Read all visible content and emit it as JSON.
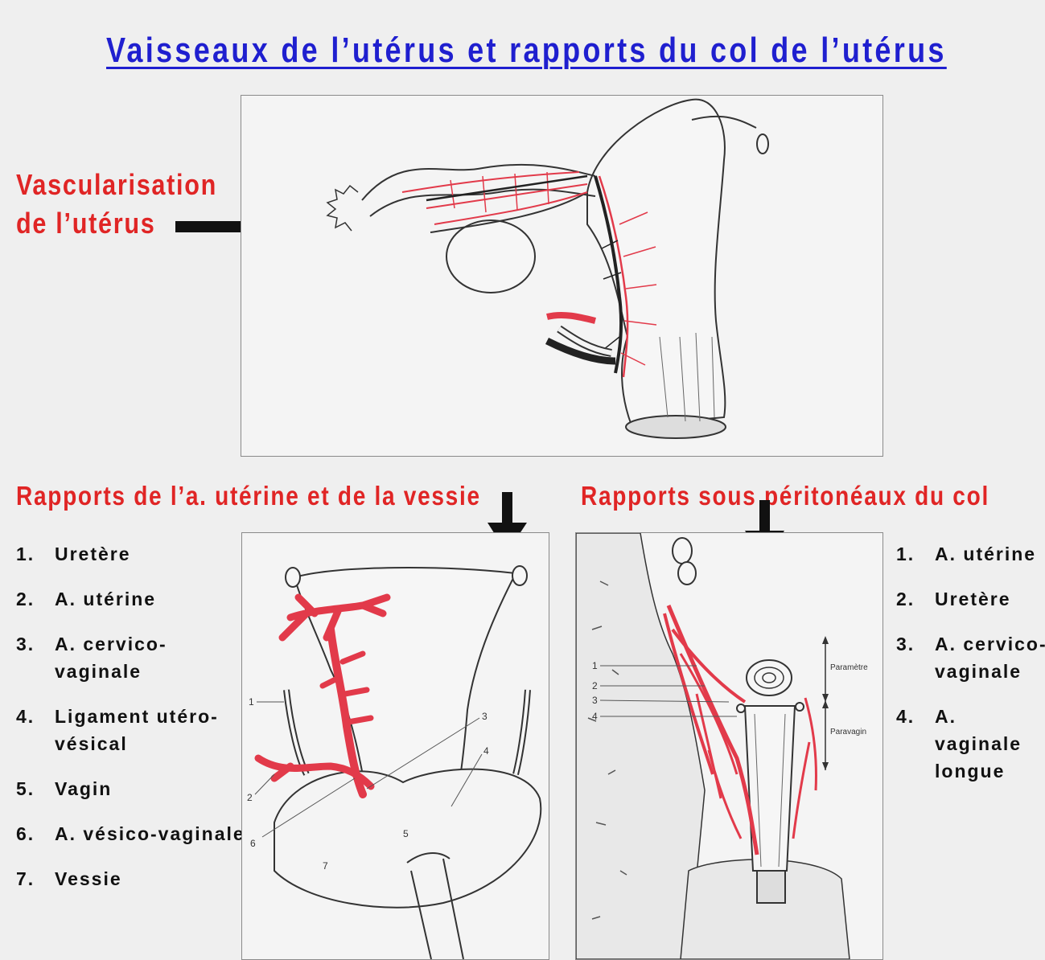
{
  "title": "Vaisseaux de l’utérus et rapports du col de l’utérus",
  "vascularisation": {
    "line1": "Vascularisation",
    "line2": "de l’utérus"
  },
  "section_left": {
    "heading": "Rapports de l’a. utérine et de la vessie"
  },
  "section_right": {
    "heading": "Rapports sous péritonéaux du col"
  },
  "legend_left": [
    {
      "num": "1.",
      "text": "Uretère"
    },
    {
      "num": "2.",
      "text": "A. utérine"
    },
    {
      "num": "3.",
      "text": "A. cervico-vaginale"
    },
    {
      "num": "4.",
      "text": "Ligament utéro-vésical"
    },
    {
      "num": "5.",
      "text": "Vagin"
    },
    {
      "num": "6.",
      "text": "A. vésico-vaginale"
    },
    {
      "num": "7.",
      "text": "Vessie"
    }
  ],
  "legend_right": [
    {
      "num": "1.",
      "text": "A. utérine"
    },
    {
      "num": "2.",
      "text": "Uretère"
    },
    {
      "num": "3.",
      "text": "A. cervico-vaginale"
    },
    {
      "num": "4.",
      "text": "A. vaginale longue"
    }
  ],
  "figure_left_labels": [
    "1",
    "2",
    "3",
    "4",
    "5",
    "6",
    "7"
  ],
  "figure_right_labels": {
    "numbers": [
      "1",
      "2",
      "3",
      "4"
    ],
    "parametre": "Paramètre",
    "paravagin": "Paravagin"
  },
  "colors": {
    "title": "#1f1fcf",
    "accent": "#e02525",
    "artery": "#e23a4a"
  }
}
